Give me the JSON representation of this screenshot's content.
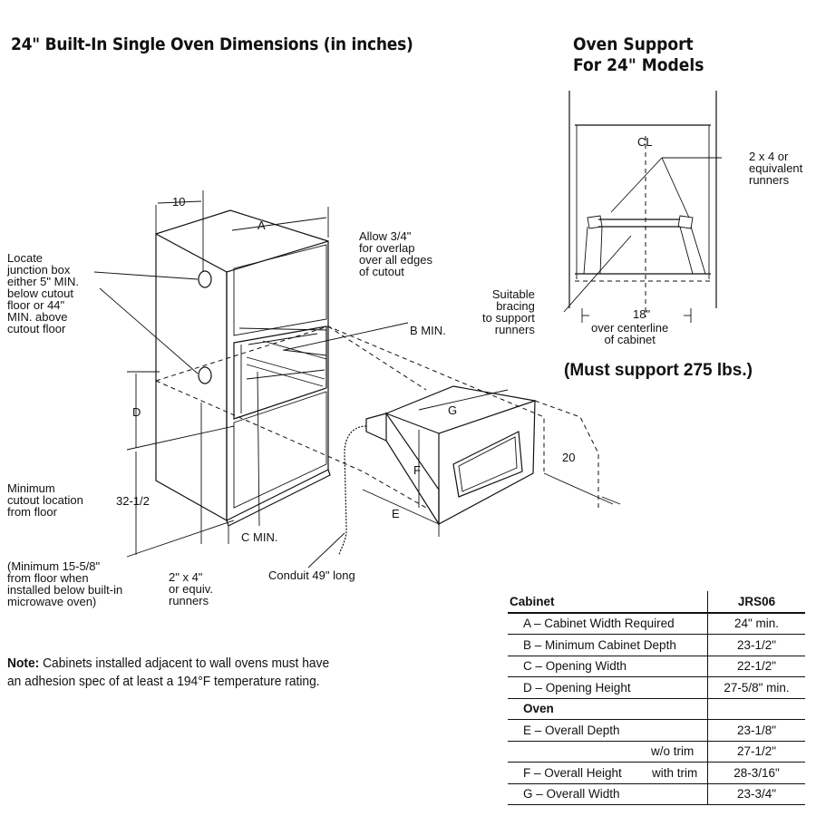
{
  "title": "24\" Built-In Single Oven Dimensions (in inches)",
  "support_title_line1": "Oven Support",
  "support_title_line2": "For 24\" Models",
  "must_support": "(Must support 275 lbs.)",
  "labels": {
    "ten": "10",
    "a": "A",
    "allow": "Allow 3/4\"\nfor overlap\nover all edges\nof cutout",
    "junction": "Locate\njunction box\neither 5\" MIN.\nbelow cutout\nfloor or 44\"\nMIN. above\ncutout floor",
    "b_min": "B MIN.",
    "d": "D",
    "g": "G",
    "f": "F",
    "e": "E",
    "twenty": "20",
    "min_cutout": "Minimum\ncutout location\nfrom floor",
    "thirty_two": "32-1/2",
    "c_min": "C MIN.",
    "minimum_microwave": "(Minimum 15-5/8\"\nfrom floor when\ninstalled below built-in\nmicrowave oven)",
    "runners_2x4": "2\" x 4\"\nor equiv.\nrunners",
    "conduit": "Conduit 49\" long",
    "centerline": "CL",
    "equiv_runners": "2 x 4 or\nequivalent\nrunners",
    "bracing": "Suitable\nbracing\nto support\nrunners",
    "eighteen": "18\"",
    "over_centerline": "over centerline\nof cabinet"
  },
  "note_label": "Note:",
  "note_text": " Cabinets installed adjacent to wall ovens must have\nan adhesion spec of at least a 194°F temperature rating.",
  "table": {
    "header": [
      "Cabinet",
      "JRS06"
    ],
    "cabinet_rows": [
      [
        "A – Cabinet Width Required",
        "24\" min."
      ],
      [
        "B – Minimum Cabinet Depth",
        "23-1/2\""
      ],
      [
        "C – Opening Width",
        "22-1/2\""
      ],
      [
        "D – Opening Height",
        "27-5/8\" min."
      ]
    ],
    "oven_header": "Oven",
    "e_row": [
      "E – Overall Depth",
      "23-1/8\""
    ],
    "f_trim_without": [
      "w/o trim",
      "27-1/2\""
    ],
    "f_label": "F – Overall Height",
    "f_trim_with": [
      "with trim",
      "28-3/16\""
    ],
    "g_row": [
      "G – Overall Width",
      "23-3/4\""
    ]
  }
}
